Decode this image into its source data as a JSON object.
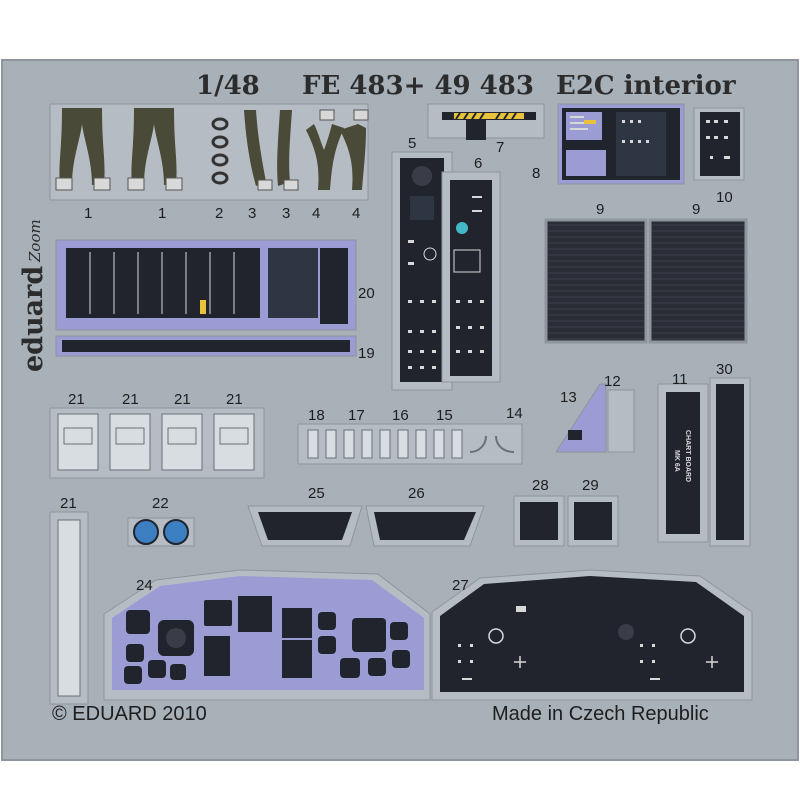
{
  "header": {
    "scale": "1/48",
    "code": "FE 483+ 49 483",
    "name": "E2C interior"
  },
  "brand": {
    "name": "eduard",
    "sub": "Zoom"
  },
  "part_numbers": [
    "1",
    "1",
    "2",
    "3",
    "3",
    "4",
    "4",
    "5",
    "6",
    "7",
    "8",
    "9",
    "9",
    "10",
    "11",
    "12",
    "13",
    "14",
    "15",
    "16",
    "17",
    "18",
    "19",
    "20",
    "21",
    "21",
    "21",
    "21",
    "21",
    "22",
    "24",
    "25",
    "26",
    "27",
    "28",
    "29",
    "30"
  ],
  "chart_board": {
    "line1": "MK 6A",
    "line2": "CHART BOARD"
  },
  "footer": {
    "copyright": "© EDUARD 2010",
    "origin": "Made in Czech Republic"
  },
  "colors": {
    "fret": "#a8b0b8",
    "part": "#b5bcc3",
    "panel": "#21232d",
    "purple": "#9b9cd3",
    "yellow": "#e8c23a"
  }
}
